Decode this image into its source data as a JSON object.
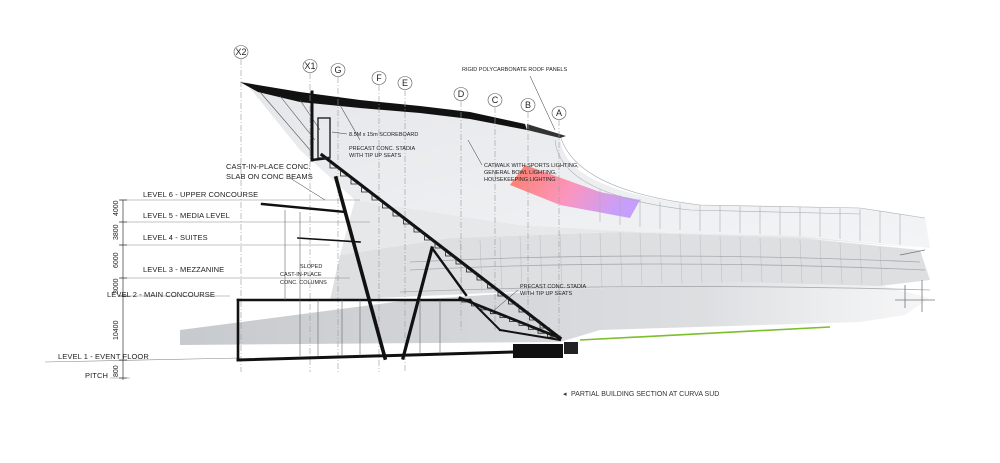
{
  "grid_lines": [
    "X2",
    "X1",
    "G",
    "F",
    "E",
    "D",
    "C",
    "B",
    "A"
  ],
  "levels": {
    "level6": "LEVEL 6 - UPPER CONCOURSE",
    "level5": "LEVEL 5 - MEDIA LEVEL",
    "level4": "LEVEL 4 - SUITES",
    "level3": "LEVEL 3 - MEZZANINE",
    "level2": "LEVEL 2 - MAIN CONCOURSE",
    "level1": "LEVEL 1 - EVENT FLOOR",
    "pitch": "PITCH"
  },
  "dimensions": [
    "4000",
    "3800",
    "6000",
    "3000",
    "10400",
    "800"
  ],
  "notes": {
    "roof": "RIGID POLYCARBONATE ROOF PANELS",
    "scoreboard": "8.5M x 15m SCOREBOARD",
    "upper_stadia_1": "PRECAST CONC. STADIA",
    "upper_stadia_2": "WITH TIP UP SEATS",
    "slab_1": "CAST-IN-PLACE CONC.",
    "slab_2": "SLAB ON CONC BEAMS",
    "catwalk_1": "CATWALK WITH SPORTS LIGHTING,",
    "catwalk_2": "GENERAL BOWL LIGHTING,",
    "catwalk_3": "HOUSEKEEPING LIGHTING",
    "columns_1": "SLOPED",
    "columns_2": "CAST-IN-PLACE",
    "columns_3": "CONC. COLUMNS",
    "lower_stadia_1": "PRECAST CONC. STADIA",
    "lower_stadia_2": "WITH TIP UP SEATS"
  },
  "caption": "PARTIAL BUILDING SECTION AT CURVA SUD",
  "colors": {
    "structure": "#111111",
    "bowl": "#c9ccd0",
    "roof_glow_start": "#ff6a4a",
    "roof_glow_end": "#b884ff",
    "pitch_line": "#7bbf2a"
  }
}
